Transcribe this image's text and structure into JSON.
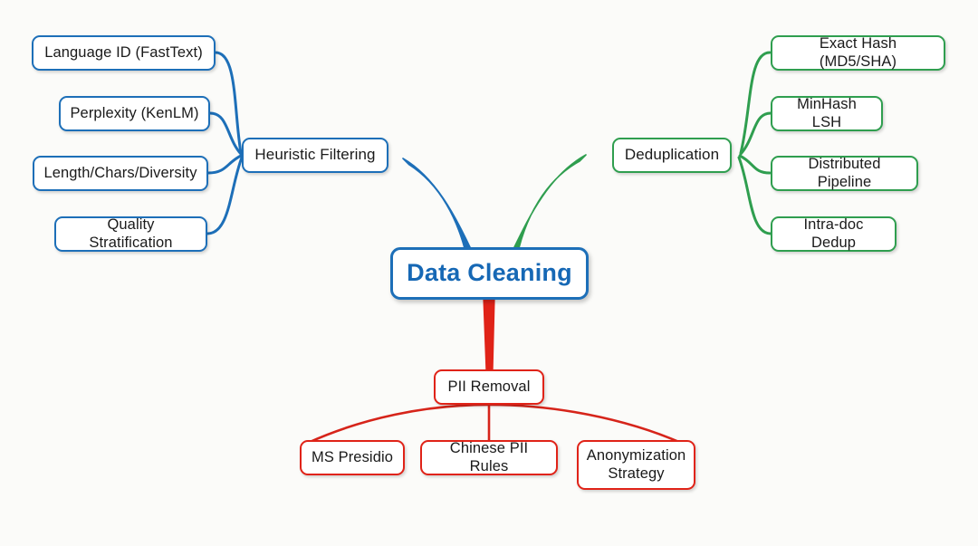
{
  "diagram": {
    "type": "mind-map",
    "title": "Data Cleaning",
    "background_color": "#fbfbf9",
    "root": {
      "label": "Data Cleaning",
      "color": "#1668b5",
      "border_color": "#1d6fb8"
    },
    "branches": [
      {
        "id": "heuristic-filtering",
        "label": "Heuristic Filtering",
        "color": "#1d6fb8",
        "direction": "left",
        "children": [
          {
            "label": "Language ID (FastText)"
          },
          {
            "label": "Perplexity (KenLM)"
          },
          {
            "label": "Length/Chars/Diversity"
          },
          {
            "label": "Quality Stratification"
          }
        ]
      },
      {
        "id": "deduplication",
        "label": "Deduplication",
        "color": "#2f9e4f",
        "direction": "right",
        "children": [
          {
            "label": "Exact Hash (MD5/SHA)"
          },
          {
            "label": "MinHash LSH"
          },
          {
            "label": "Distributed Pipeline"
          },
          {
            "label": "Intra-doc Dedup"
          }
        ]
      },
      {
        "id": "pii-removal",
        "label": "PII Removal",
        "color": "#e02318",
        "direction": "down",
        "children": [
          {
            "label": "MS Presidio"
          },
          {
            "label": "Chinese PII Rules"
          },
          {
            "label": "Anonymization\nStrategy"
          }
        ]
      }
    ]
  }
}
